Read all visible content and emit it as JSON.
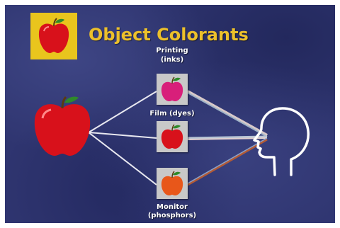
{
  "title": "Object Colorants",
  "nodes": {
    "printing": {
      "line1": "Printing",
      "line2": "(inks)"
    },
    "film": {
      "line1": "Film (dyes)"
    },
    "monitor": {
      "line1": "Monitor",
      "line2": "(phosphors)"
    }
  },
  "colors": {
    "background": "#2f3570",
    "title": "#ecc02b",
    "logo_box": "#e9c51d",
    "apple_red": "#d8111b",
    "apple_magenta": "#d81f7a",
    "apple_orange": "#e8571a",
    "chip_gray": "#c8c8c8",
    "head_outline": "#ffffff"
  },
  "icons": {
    "logo": "apple-icon",
    "source": "apple-icon",
    "viewer": "human-head-profile-icon"
  }
}
